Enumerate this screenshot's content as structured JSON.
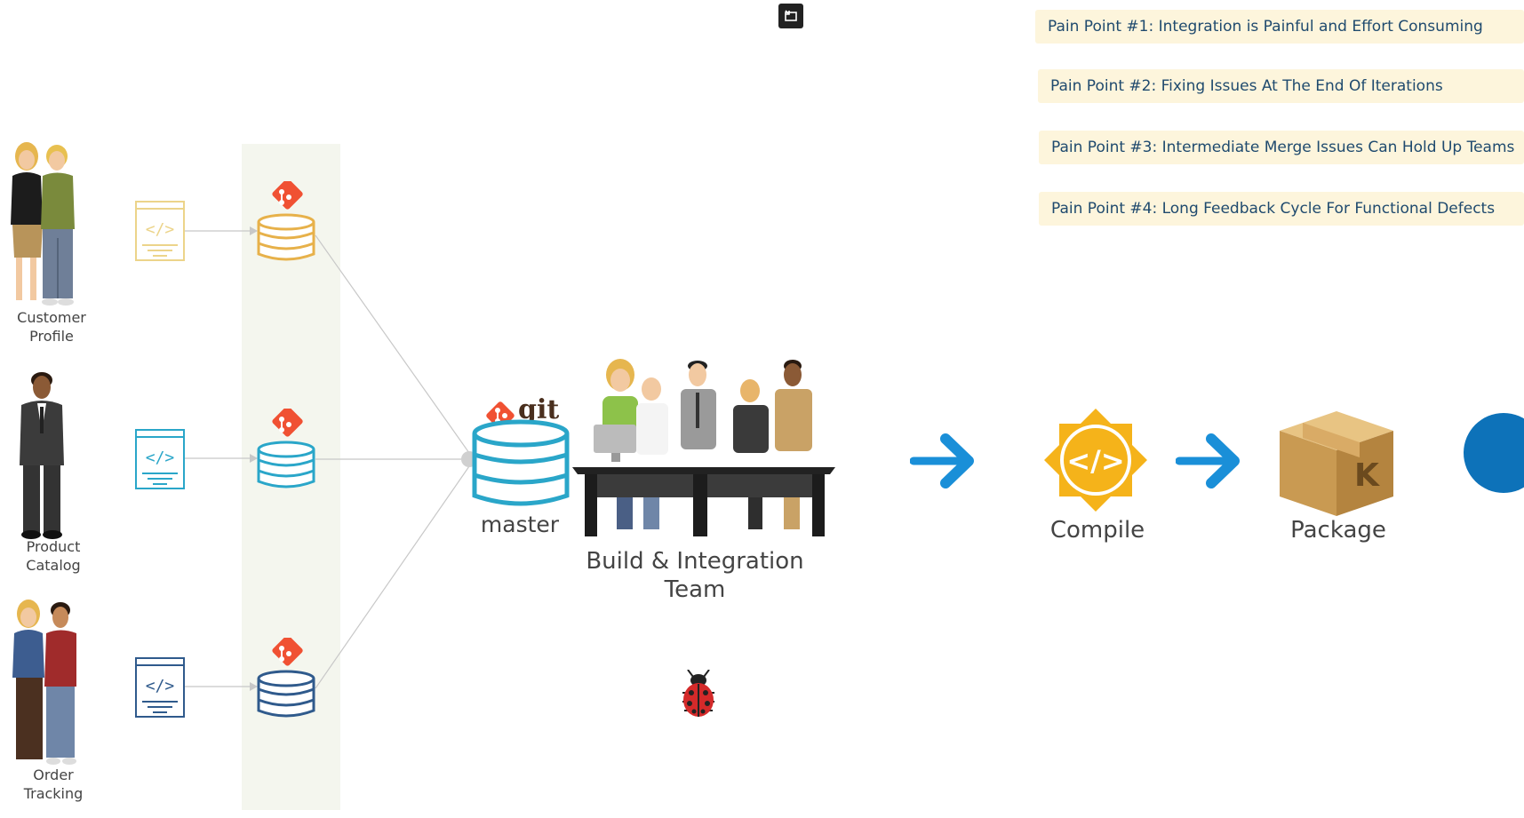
{
  "pain_points": [
    "Pain Point #1: Integration is Painful and Effort Consuming",
    "Pain Point #2: Fixing Issues At The End Of Iterations",
    "Pain Point #3: Intermediate Merge Issues Can Hold Up Teams",
    "Pain Point #4: Long Feedback Cycle For Functional Defects"
  ],
  "teams": [
    {
      "line1": "Customer",
      "line2": "Profile",
      "repo_color": "#e7b14a"
    },
    {
      "line1": "Product",
      "line2": "Catalog",
      "repo_color": "#2aa6c9"
    },
    {
      "line1": "Order",
      "line2": "Tracking",
      "repo_color": "#2f5a8c"
    }
  ],
  "master": {
    "label": "master",
    "brand": "git",
    "color": "#2aa6c9"
  },
  "build_team": {
    "line1": "Build & Integration",
    "line2": "Team"
  },
  "pipeline": [
    {
      "label": "Compile",
      "icon": "code-sun-icon"
    },
    {
      "label": "Package",
      "icon": "package-box-icon"
    }
  ],
  "colors": {
    "arrow": "#1a8fd8",
    "git_logo": "#f05133",
    "pain_bg": "#fdf5dc",
    "lane_bg": "#f4f6ee"
  }
}
